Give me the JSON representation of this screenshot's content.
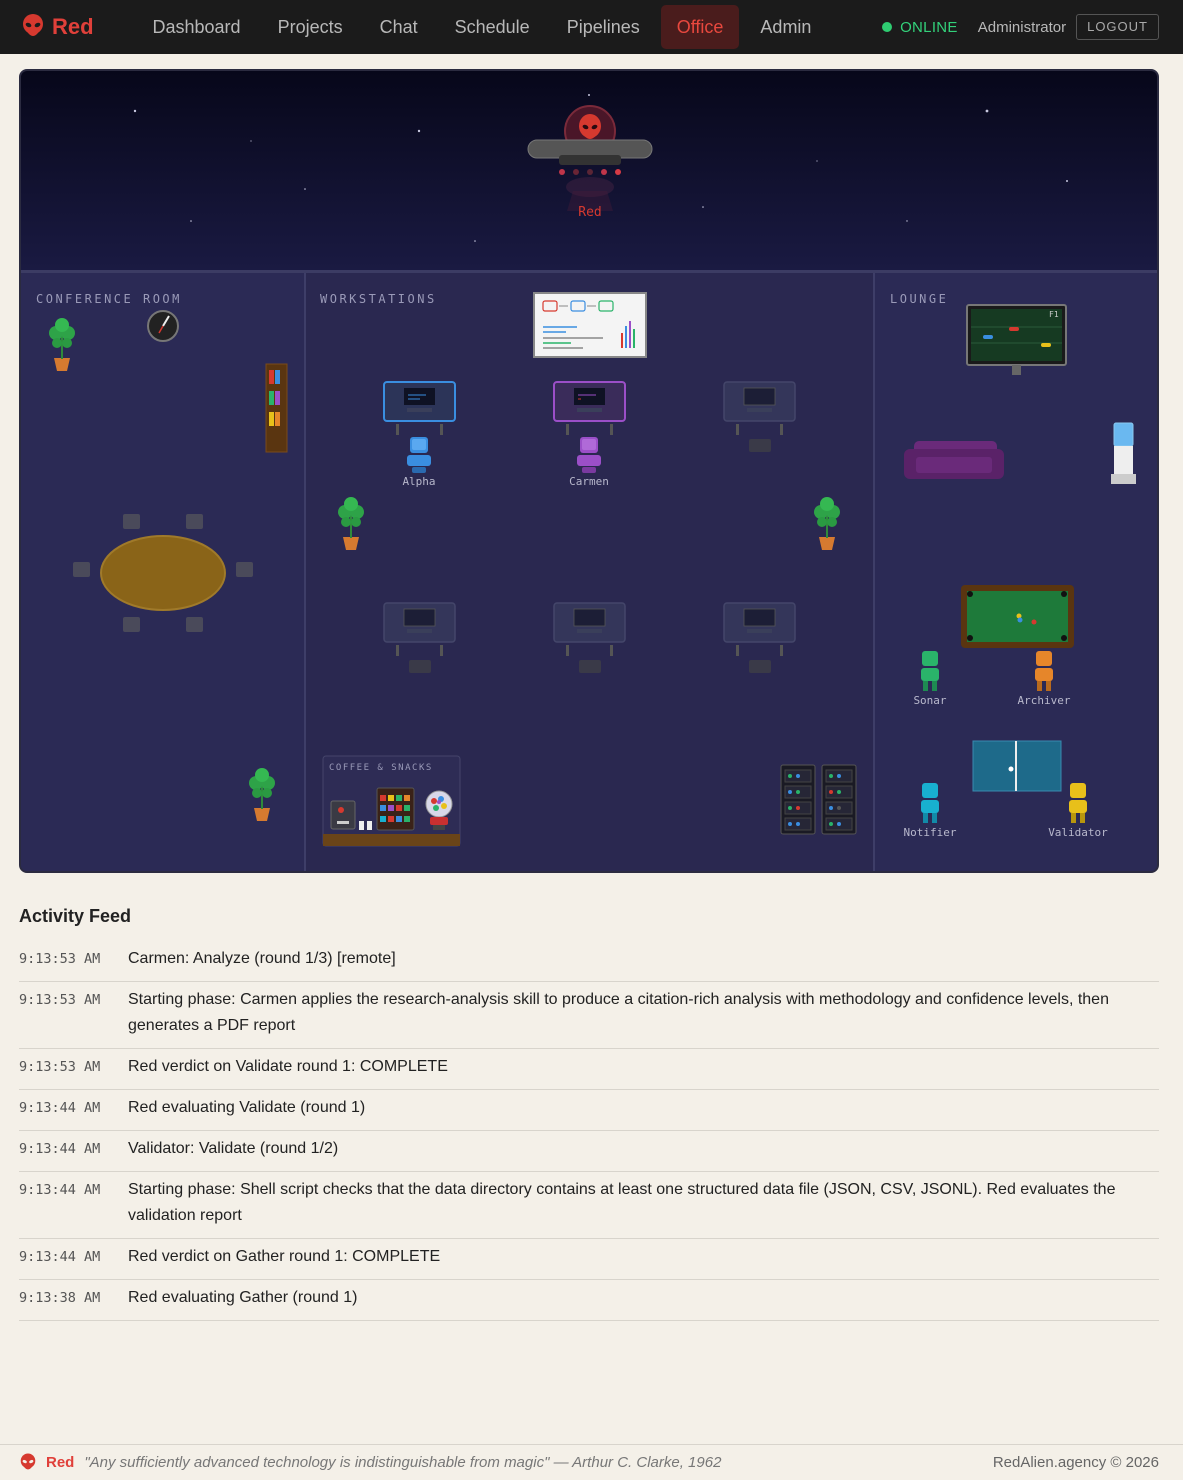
{
  "nav": {
    "brand": "Red",
    "links": [
      {
        "label": "Dashboard"
      },
      {
        "label": "Projects"
      },
      {
        "label": "Chat"
      },
      {
        "label": "Schedule"
      },
      {
        "label": "Pipelines"
      },
      {
        "label": "Office",
        "active": true
      },
      {
        "label": "Admin"
      }
    ],
    "status": "ONLINE",
    "user": "Administrator",
    "logout": "LOGOUT",
    "status_color": "#2ecc71",
    "accent_color": "#e0403a"
  },
  "office": {
    "boss": {
      "name": "Red"
    },
    "rooms": {
      "conference": "CONFERENCE ROOM",
      "workstations": "WORKSTATIONS",
      "lounge": "LOUNGE"
    },
    "coffee_label": "COFFEE & SNACKS",
    "tv_label": "F1",
    "agents": [
      {
        "name": "Alpha",
        "color": "#3a8ee0"
      },
      {
        "name": "Carmen",
        "color": "#9b4fc8"
      },
      {
        "name": "Sonar",
        "color": "#2ab36a"
      },
      {
        "name": "Archiver",
        "color": "#e6862a"
      },
      {
        "name": "Notifier",
        "color": "#18b0d0"
      },
      {
        "name": "Validator",
        "color": "#e8c01a"
      }
    ]
  },
  "activity": {
    "title": "Activity Feed",
    "items": [
      {
        "time": "9:13:53 AM",
        "message": "Carmen: Analyze (round 1/3) [remote]"
      },
      {
        "time": "9:13:53 AM",
        "message": "Starting phase: Carmen applies the research-analysis skill to produce a citation-rich analysis with methodology and confidence levels, then generates a PDF report"
      },
      {
        "time": "9:13:53 AM",
        "message": "Red verdict on Validate round 1: COMPLETE"
      },
      {
        "time": "9:13:44 AM",
        "message": "Red evaluating Validate (round 1)"
      },
      {
        "time": "9:13:44 AM",
        "message": "Validator: Validate (round 1/2)"
      },
      {
        "time": "9:13:44 AM",
        "message": "Starting phase: Shell script checks that the data directory contains at least one structured data file (JSON, CSV, JSONL). Red evaluates the validation report"
      },
      {
        "time": "9:13:44 AM",
        "message": "Red verdict on Gather round 1: COMPLETE"
      },
      {
        "time": "9:13:38 AM",
        "message": "Red evaluating Gather (round 1)"
      }
    ]
  },
  "footer": {
    "brand": "Red",
    "quote": "\"Any sufficiently advanced technology is indistinguishable from magic\" — Arthur C. Clarke, 1962",
    "copyright": "RedAlien.agency © 2026"
  }
}
